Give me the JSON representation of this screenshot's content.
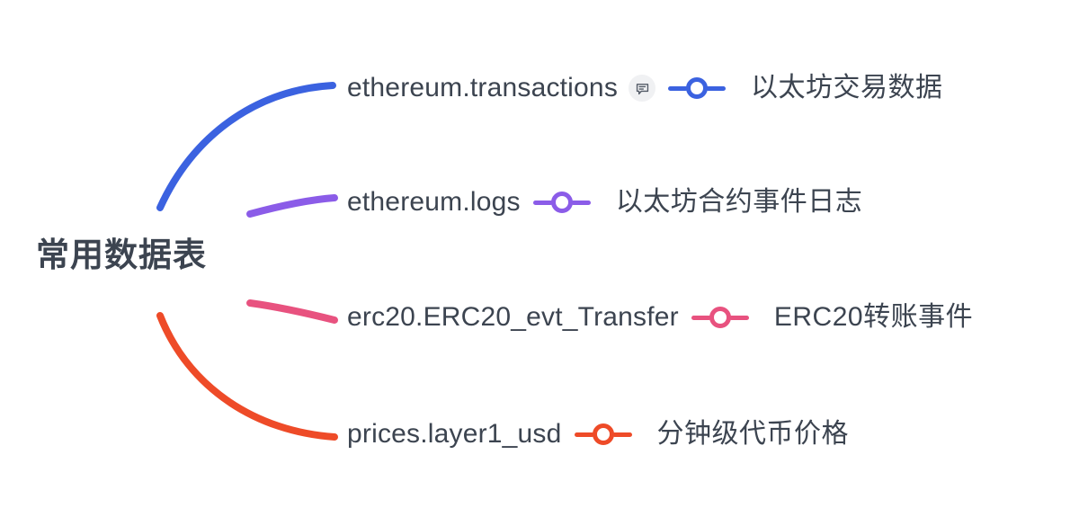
{
  "diagram": {
    "type": "mindmap",
    "title": "常用数据表",
    "background_color": "#ffffff",
    "text_color": "#3c4450",
    "root": {
      "label": "常用数据表"
    },
    "branches": [
      {
        "id": "ethereum-transactions",
        "table": "ethereum.transactions",
        "description": "以太坊交易数据",
        "color": "#3b62e0",
        "has_note_icon": true,
        "note_icon": "comment-bubble-icon"
      },
      {
        "id": "ethereum-logs",
        "table": "ethereum.logs",
        "description": "以太坊合约事件日志",
        "color": "#8b5ce8",
        "has_note_icon": false,
        "note_icon": ""
      },
      {
        "id": "erc20-evt-transfer",
        "table": "erc20.ERC20_evt_Transfer",
        "description": "ERC20转账事件",
        "color": "#e8527f",
        "has_note_icon": false,
        "note_icon": ""
      },
      {
        "id": "prices-layer1-usd",
        "table": "prices.layer1_usd",
        "description": "分钟级代币价格",
        "color": "#ee4b28",
        "has_note_icon": false,
        "note_icon": ""
      }
    ]
  }
}
